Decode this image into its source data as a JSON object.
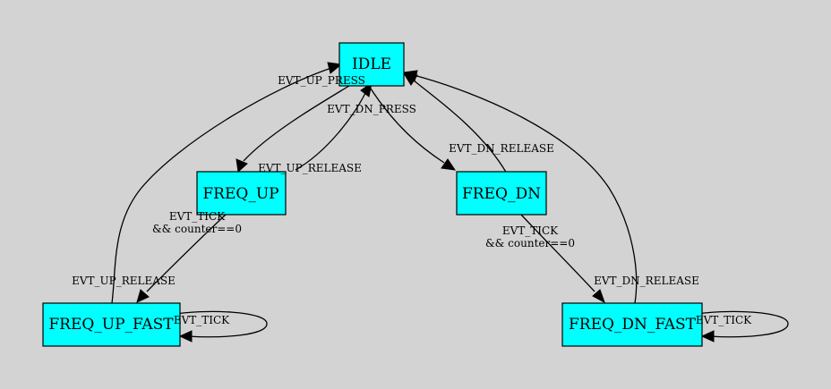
{
  "diagram": {
    "background_color": "#d3d3d3",
    "node_fill": "#00ffff",
    "nodes": {
      "idle": "IDLE",
      "freq_up": "FREQ_UP",
      "freq_dn": "FREQ_DN",
      "freq_up_fast": "FREQ_UP_FAST",
      "freq_dn_fast": "FREQ_DN_FAST"
    },
    "edges": {
      "idle_to_freq_up": "EVT_UP_PRESS",
      "freq_up_to_idle": "EVT_UP_RELEASE",
      "idle_to_freq_dn": "EVT_DN_PRESS",
      "freq_dn_to_idle": "EVT_DN_RELEASE",
      "freq_up_to_fast_line1": "EVT_TICK",
      "freq_up_to_fast_line2": "&& counter==0",
      "freq_dn_to_fast_line1": "EVT_TICK",
      "freq_dn_to_fast_line2": "&& counter==0",
      "up_fast_to_idle": "EVT_UP_RELEASE",
      "dn_fast_to_idle": "EVT_DN_RELEASE",
      "up_fast_self": "EVT_TICK",
      "dn_fast_self": "EVT_TICK"
    }
  }
}
